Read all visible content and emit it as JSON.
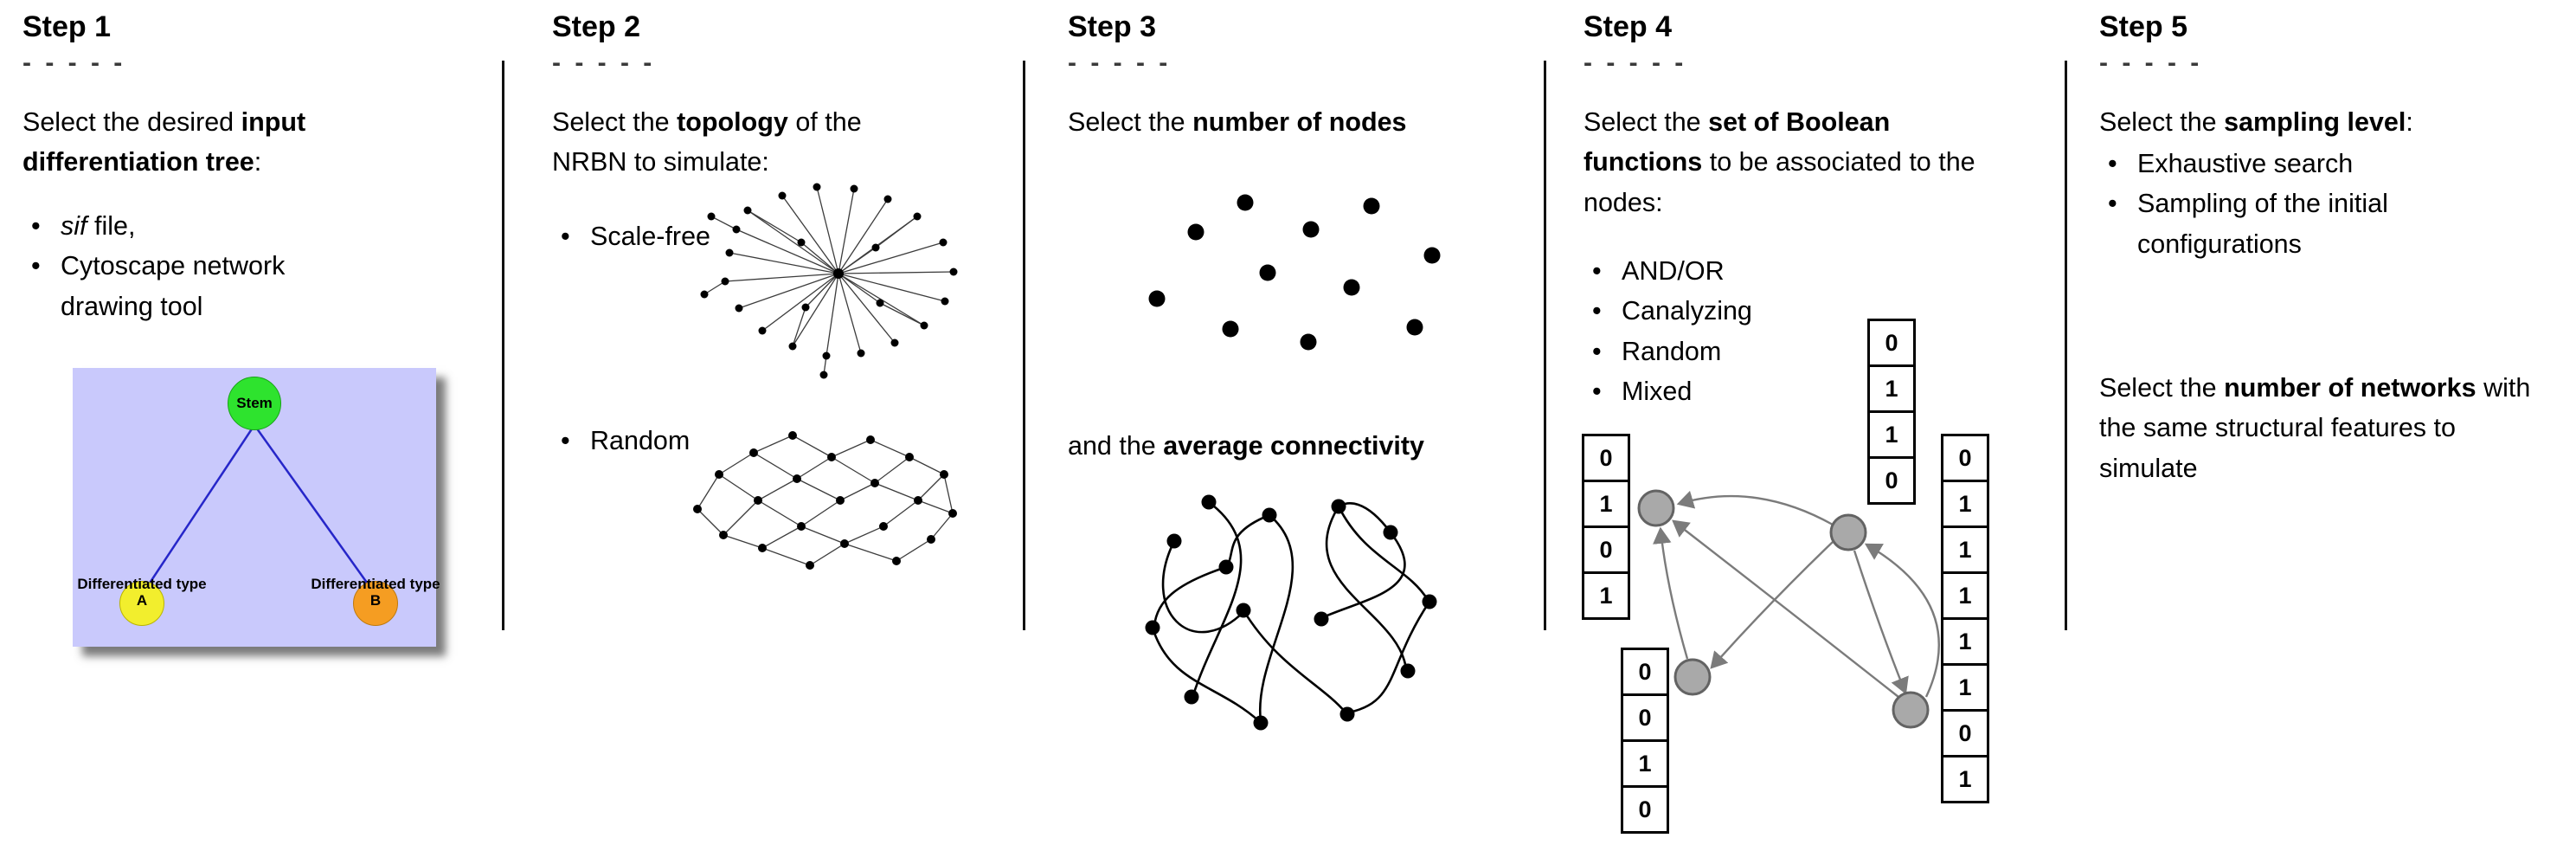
{
  "meta": {
    "dashes": "- - - - -"
  },
  "step1": {
    "title": "Step 1",
    "intro": {
      "pre": "Select the desired ",
      "bold": "input differentiation tree",
      "post": ":"
    },
    "bullets": [
      {
        "italic": "sif",
        "text": " file,"
      },
      {
        "italic": "",
        "text": "Cytoscape network drawing tool"
      }
    ],
    "tree": {
      "root_label": "Stem",
      "left_label": "Differentiated type A",
      "right_label": "Differentiated type B",
      "colors": {
        "background": "#c9c9fc",
        "root": "#2ee32e",
        "left": "#f2ee2d",
        "right": "#f59d22",
        "edge": "#2626c9"
      }
    }
  },
  "step2": {
    "title": "Step 2",
    "intro": {
      "pre": "Select the ",
      "bold": "topology",
      "post": " of the NRBN to simulate:"
    },
    "bullets": [
      "Scale-free",
      "Random"
    ]
  },
  "step3": {
    "title": "Step 3",
    "line1": {
      "pre": "Select the ",
      "bold": "number of nodes",
      "post": ""
    },
    "line2": {
      "pre": "and the ",
      "bold": "average connectivity",
      "post": ""
    }
  },
  "step4": {
    "title": "Step 4",
    "intro": {
      "pre": "Select the ",
      "bold": "set of Boolean functions",
      "post": " to be associated to the nodes:"
    },
    "bullets": [
      "AND/OR",
      "Canalyzing",
      "Random",
      "Mixed"
    ],
    "tables": {
      "left": [
        "0",
        "1",
        "0",
        "1"
      ],
      "top": [
        "0",
        "1",
        "1",
        "0"
      ],
      "bottom_left": [
        "0",
        "0",
        "1",
        "0"
      ],
      "right": [
        "0",
        "1",
        "1",
        "1",
        "1",
        "1",
        "0",
        "1"
      ]
    },
    "node_color": "#a9a9a9"
  },
  "step5": {
    "title": "Step 5",
    "intro": {
      "pre": "Select the ",
      "bold": "sampling level",
      "post": ":"
    },
    "bullets": [
      "Exhaustive search",
      "Sampling of the initial configurations"
    ],
    "second": {
      "pre": "Select the ",
      "bold": "number of networks",
      "post": " with the same structural features to simulate"
    }
  }
}
